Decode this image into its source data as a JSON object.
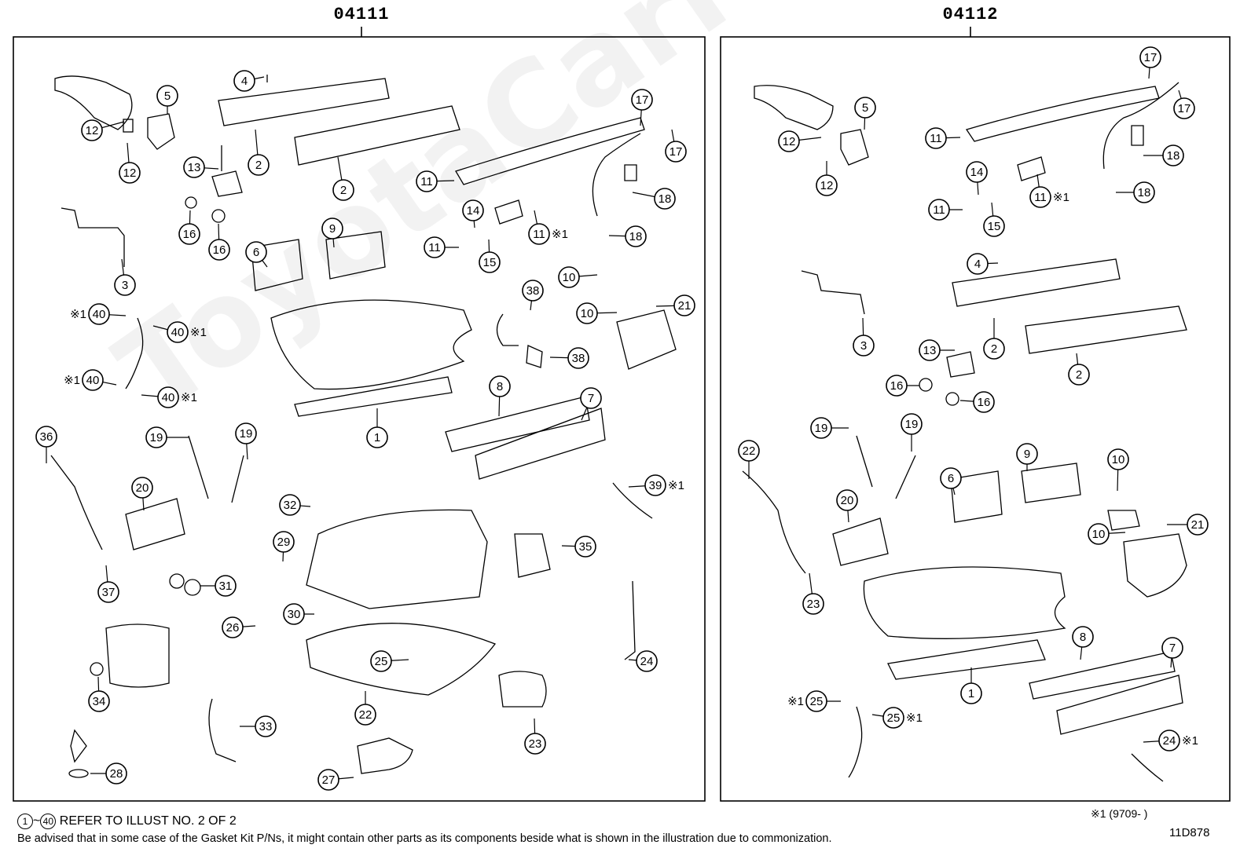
{
  "kits": [
    {
      "title": "04111"
    },
    {
      "title": "04112"
    }
  ],
  "watermark": "ToyotaCarMine.ru",
  "notes": {
    "refer_from": "1",
    "refer_tilde": "~",
    "refer_to": "40",
    "refer_text": " REFER TO ILLUST NO. 2 OF 2",
    "advisory": "Be advised that in some case of the Gasket Kit P/Ns,  it might contain other parts as its components beside what is shown in the illustration due to commonization.",
    "footnote_mark": "※1",
    "footnote_range": "(9709-        )",
    "diagram_code": "11D878"
  },
  "mark_symbol": "※1",
  "callouts_left": [
    {
      "n": "4"
    },
    {
      "n": "12"
    },
    {
      "n": "5"
    },
    {
      "n": "12"
    },
    {
      "n": "2"
    },
    {
      "n": "13"
    },
    {
      "n": "2"
    },
    {
      "n": "17"
    },
    {
      "n": "17"
    },
    {
      "n": "11"
    },
    {
      "n": "18"
    },
    {
      "n": "14"
    },
    {
      "n": "11"
    },
    {
      "n": "11"
    },
    {
      "n": "18"
    },
    {
      "n": "15"
    },
    {
      "n": "16"
    },
    {
      "n": "16"
    },
    {
      "n": "9"
    },
    {
      "n": "6"
    },
    {
      "n": "3"
    },
    {
      "n": "10"
    },
    {
      "n": "38"
    },
    {
      "n": "10"
    },
    {
      "n": "21"
    },
    {
      "n": "40"
    },
    {
      "n": "40"
    },
    {
      "n": "38"
    },
    {
      "n": "40"
    },
    {
      "n": "40"
    },
    {
      "n": "8"
    },
    {
      "n": "7"
    },
    {
      "n": "1"
    },
    {
      "n": "36"
    },
    {
      "n": "19"
    },
    {
      "n": "19"
    },
    {
      "n": "20"
    },
    {
      "n": "39"
    },
    {
      "n": "32"
    },
    {
      "n": "29"
    },
    {
      "n": "35"
    },
    {
      "n": "31"
    },
    {
      "n": "37"
    },
    {
      "n": "30"
    },
    {
      "n": "26"
    },
    {
      "n": "24"
    },
    {
      "n": "25"
    },
    {
      "n": "34"
    },
    {
      "n": "22"
    },
    {
      "n": "33"
    },
    {
      "n": "23"
    },
    {
      "n": "28"
    },
    {
      "n": "27"
    }
  ],
  "callouts_right": [
    {
      "n": "17"
    },
    {
      "n": "17"
    },
    {
      "n": "5"
    },
    {
      "n": "12"
    },
    {
      "n": "11"
    },
    {
      "n": "18"
    },
    {
      "n": "12"
    },
    {
      "n": "14"
    },
    {
      "n": "18"
    },
    {
      "n": "11"
    },
    {
      "n": "11"
    },
    {
      "n": "15"
    },
    {
      "n": "4"
    },
    {
      "n": "3"
    },
    {
      "n": "13"
    },
    {
      "n": "2"
    },
    {
      "n": "2"
    },
    {
      "n": "16"
    },
    {
      "n": "16"
    },
    {
      "n": "19"
    },
    {
      "n": "19"
    },
    {
      "n": "22"
    },
    {
      "n": "9"
    },
    {
      "n": "6"
    },
    {
      "n": "10"
    },
    {
      "n": "20"
    },
    {
      "n": "21"
    },
    {
      "n": "10"
    },
    {
      "n": "23"
    },
    {
      "n": "8"
    },
    {
      "n": "7"
    },
    {
      "n": "1"
    },
    {
      "n": "25"
    },
    {
      "n": "25"
    },
    {
      "n": "24"
    }
  ]
}
